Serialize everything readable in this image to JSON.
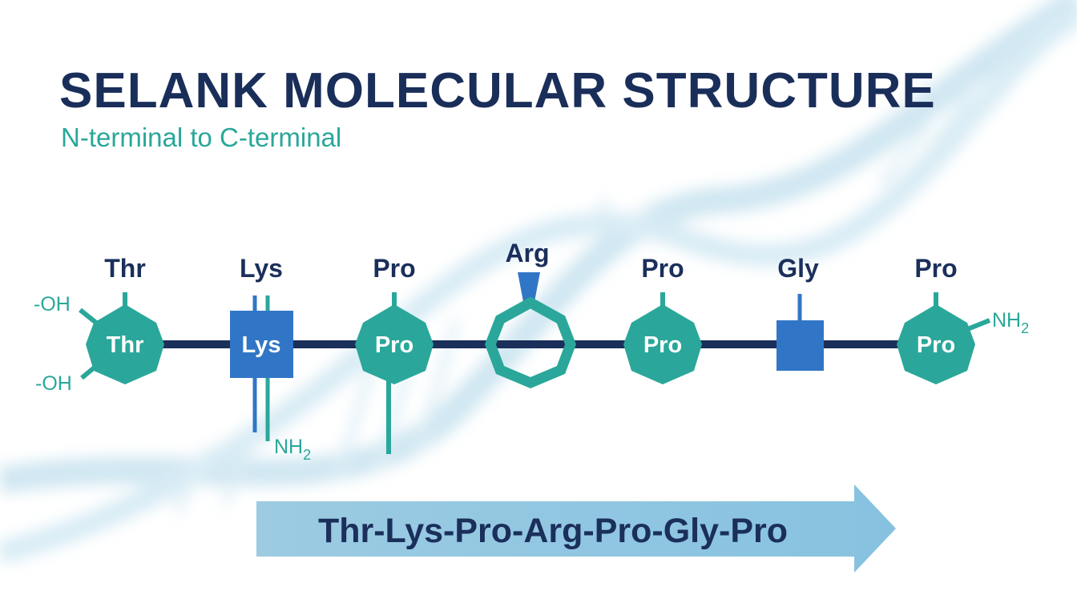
{
  "header": {
    "title": "SELANK MOLECULAR STRUCTURE",
    "subtitle": "N-terminal to C-terminal"
  },
  "residues": [
    {
      "name": "Thr",
      "shape": "hexagon",
      "inner_label": "Thr",
      "groups": [
        "-OH",
        "-OH"
      ]
    },
    {
      "name": "Lys",
      "shape": "square",
      "inner_label": "Lys",
      "groups": [
        "NH",
        "2"
      ]
    },
    {
      "name": "Pro",
      "shape": "hexagon",
      "inner_label": "Pro"
    },
    {
      "name": "Arg",
      "shape": "ring"
    },
    {
      "name": "Pro",
      "shape": "hexagon",
      "inner_label": "Pro"
    },
    {
      "name": "Gly",
      "shape": "square"
    },
    {
      "name": "Pro",
      "shape": "hexagon",
      "inner_label": "Pro",
      "groups": [
        "NH",
        "2"
      ]
    }
  ],
  "sequence": "Thr-Lys-Pro-Arg-Pro-Gly-Pro",
  "colors": {
    "navy": "#1b2f5b",
    "teal": "#2aa79a",
    "blue": "#3176c6",
    "arrow": "#8cc5e0"
  }
}
